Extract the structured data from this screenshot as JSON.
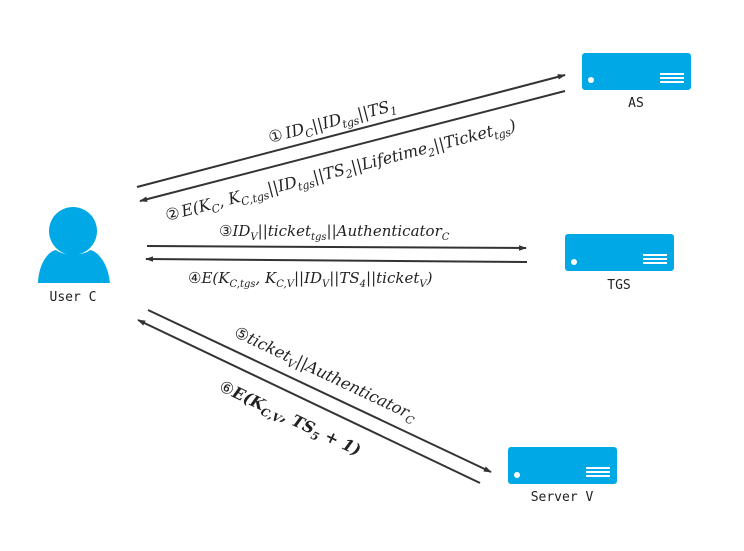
{
  "colors": {
    "accent": "#00A9E6",
    "line": "#333333",
    "text": "#222222"
  },
  "nodes": {
    "user": {
      "label": "User C",
      "icon": "user-icon"
    },
    "as": {
      "label": "AS",
      "icon": "server-icon"
    },
    "tgs": {
      "label": "TGS",
      "icon": "server-icon"
    },
    "server": {
      "label": "Server V",
      "icon": "server-icon"
    }
  },
  "messages": {
    "m1": {
      "num": "①",
      "text": "ID_C||ID_tgs||TS_1"
    },
    "m2": {
      "num": "②",
      "text": "E(K_C, K_C,tgs||ID_tgs||TS_2||Lifetime_2||Ticket_tgs)"
    },
    "m3": {
      "num": "③",
      "text": "ID_V||ticket_tgs||Authenticator_C"
    },
    "m4": {
      "num": "④",
      "text": "E(K_C,tgs, K_C,V||ID_V||TS_4||ticket_V)"
    },
    "m5": {
      "num": "⑤",
      "text": "ticket_V||Authenticator_C"
    },
    "m6": {
      "num": "⑥",
      "text": "E(K_C,V, TS_5 + 1)"
    }
  }
}
